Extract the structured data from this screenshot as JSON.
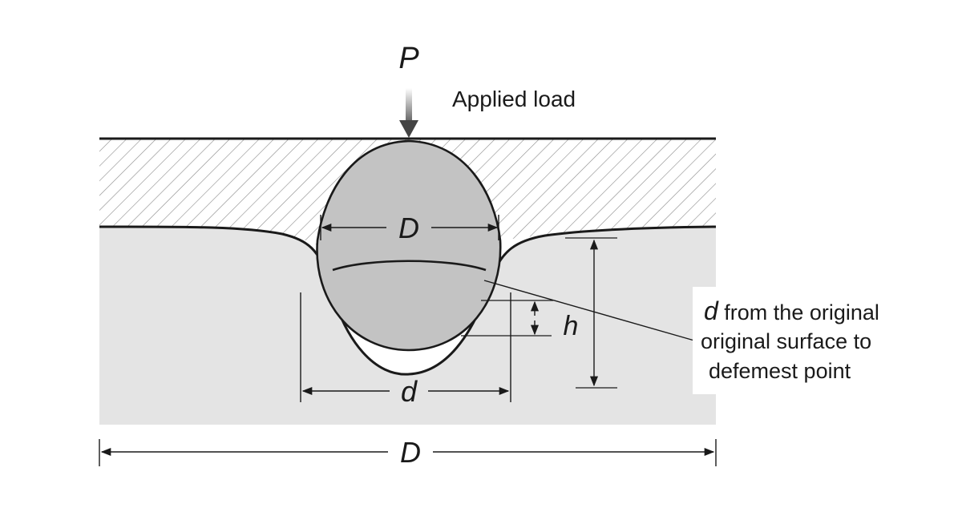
{
  "load": {
    "symbol": "P",
    "caption": "Applied load"
  },
  "dimensions": {
    "indenter_diameter": "D",
    "impression_diameter": "d",
    "depth": "h",
    "overall_width": "D"
  },
  "note": {
    "symbol": "d",
    "line1_rest": " from the original",
    "line2": "original surface to",
    "line3": "defemest point"
  },
  "colors": {
    "material": "#e4e4e4",
    "indenter": "#c3c3c3",
    "lines": "#1a1a1a",
    "hatch": "#8a8a8a"
  }
}
